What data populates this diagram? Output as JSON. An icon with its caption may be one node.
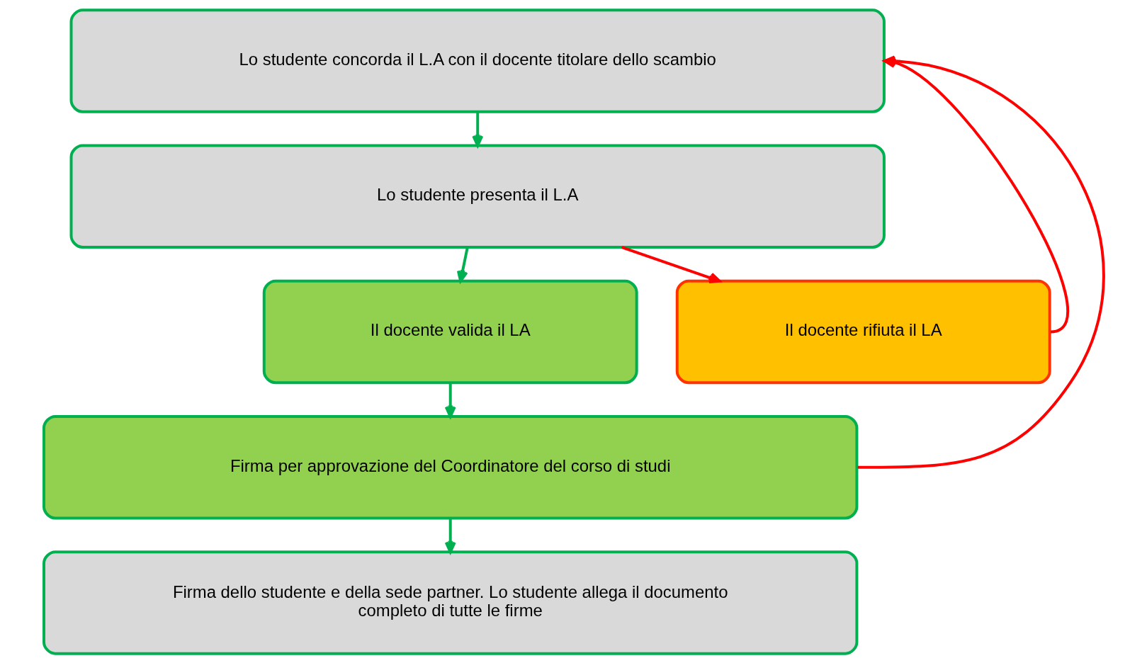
{
  "diagram": {
    "nodes": [
      {
        "text": [
          "Lo studente concorda il L.A con il docente titolare dello scambio"
        ]
      },
      {
        "text": [
          "Lo studente presenta il L.A"
        ]
      },
      {
        "text": [
          "Il docente valida il LA"
        ]
      },
      {
        "text": [
          "Il docente rifiuta il LA"
        ]
      },
      {
        "text": [
          "Firma per approvazione del Coordinatore del corso di studi"
        ]
      },
      {
        "text": [
          "Firma dello studente e della sede partner. Lo studente allega il documento completo di tutte le firme"
        ]
      }
    ],
    "edges": [
      {
        "from": 0,
        "to": 1,
        "arrow": "to"
      },
      {
        "from": 1,
        "to": 2,
        "arrow": "to"
      },
      {
        "from": 1,
        "to": 3,
        "arrow": "to",
        "color": "#ff0000"
      },
      {
        "from": 3,
        "to": 0,
        "arrow": "to",
        "color": "#ff0000"
      },
      {
        "from": 2,
        "to": 4,
        "arrow": "to"
      },
      {
        "from": 4,
        "to": 0,
        "arrow": "to",
        "color": "#ff0000"
      },
      {
        "from": 4,
        "to": 5,
        "arrow": "to"
      }
    ]
  }
}
